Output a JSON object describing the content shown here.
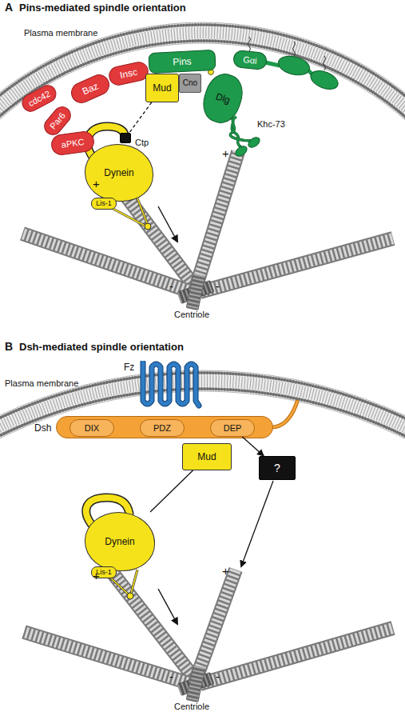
{
  "diagram": {
    "nodes": [
      {
        "text": [
          "cdc42"
        ]
      },
      {
        "text": [
          "Par6"
        ]
      },
      {
        "text": [
          "aPKC"
        ]
      },
      {
        "text": [
          "Baz"
        ]
      },
      {
        "text": [
          "Insc"
        ]
      },
      {
        "text": [
          "Pins"
        ]
      },
      {
        "text": [
          "Gαi"
        ]
      },
      {
        "text": [
          "Mud"
        ]
      },
      {
        "text": [
          "Cno"
        ]
      },
      {
        "text": [
          "Dlg"
        ]
      },
      {
        "text": [
          "Ctp"
        ]
      },
      {
        "text": [
          "Dynein"
        ]
      },
      {
        "text": [
          "Lis-1"
        ]
      },
      {
        "text": [
          "Fz"
        ]
      },
      {
        "text": [
          "Dsh"
        ]
      },
      {
        "text": [
          "DIX"
        ],
        "in": 14
      },
      {
        "text": [
          "PDZ"
        ],
        "in": 14
      },
      {
        "text": [
          "DEP"
        ],
        "in": 14
      },
      {
        "text": [
          "Mud"
        ]
      },
      {
        "text": [
          "?"
        ]
      },
      {
        "text": [
          "Dynein"
        ]
      },
      {
        "text": [
          "Lis-1"
        ]
      }
    ],
    "edges": [
      {
        "from": 7,
        "to": 10,
        "arrow": "none"
      },
      {
        "from": 17,
        "to": 19,
        "arrow": "to"
      },
      {
        "from": 18,
        "to": 20,
        "arrow": "none"
      }
    ],
    "labels": [
      "A",
      "Pins-mediated spindle orientation",
      "Plasma membrane",
      "Khc-73",
      "+",
      "+",
      "-",
      "-",
      "Centriole",
      "B",
      "Dsh-mediated spindle orientation",
      "Plasma membrane",
      "+",
      "+",
      "-",
      "-",
      "Centriole"
    ]
  }
}
